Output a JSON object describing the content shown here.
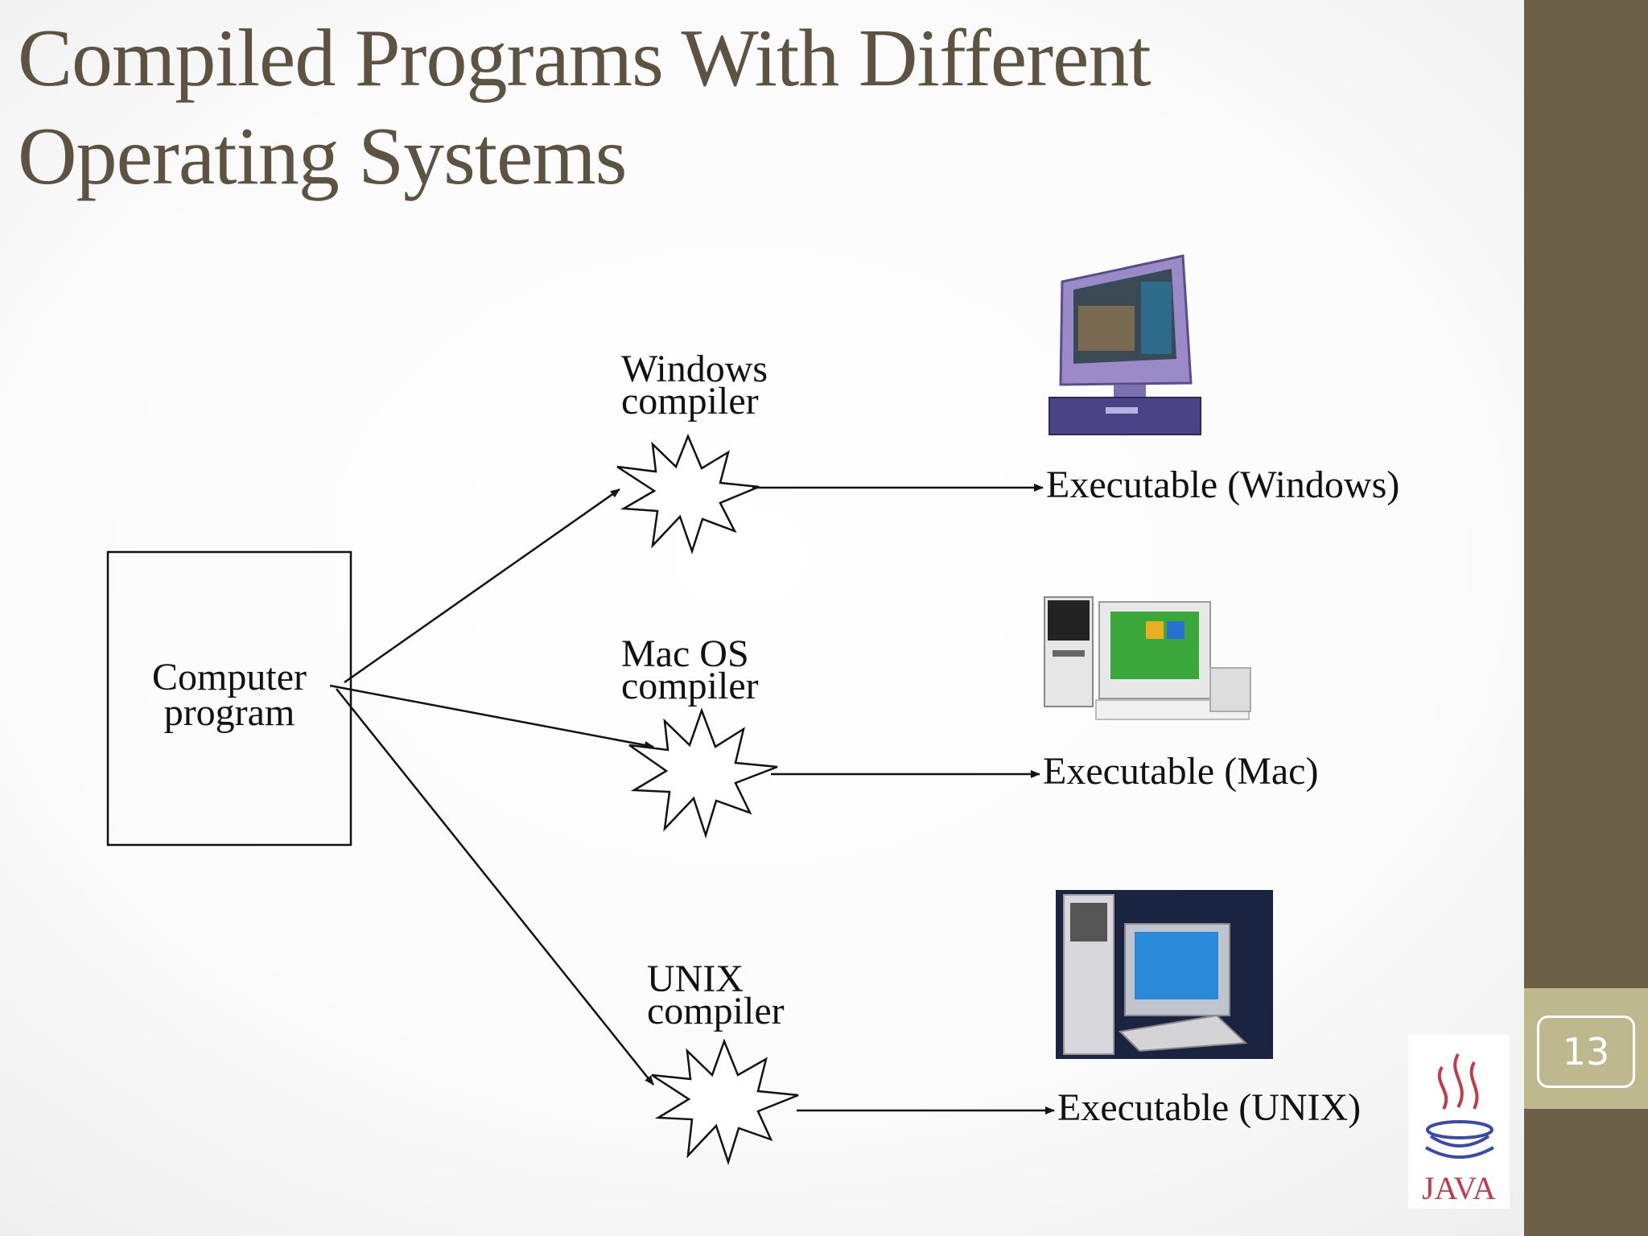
{
  "slide": {
    "title_line1": "Compiled Programs With Different",
    "title_line2": "Operating Systems",
    "page_number": "13"
  },
  "diagram": {
    "source_line1": "Computer",
    "source_line2": "program",
    "branches": [
      {
        "compiler_line1": "Windows",
        "compiler_line2": "compiler",
        "output": "Executable (Windows)"
      },
      {
        "compiler_line1": "Mac OS",
        "compiler_line2": "compiler",
        "output": "Executable (Mac)"
      },
      {
        "compiler_line1": "UNIX",
        "compiler_line2": "compiler",
        "output": "Executable (UNIX)"
      }
    ]
  },
  "logo": {
    "text": "JAVA"
  },
  "colors": {
    "title": "#5c5341",
    "sidebar": "#6b5f48",
    "page_tab": "#beb88f"
  }
}
